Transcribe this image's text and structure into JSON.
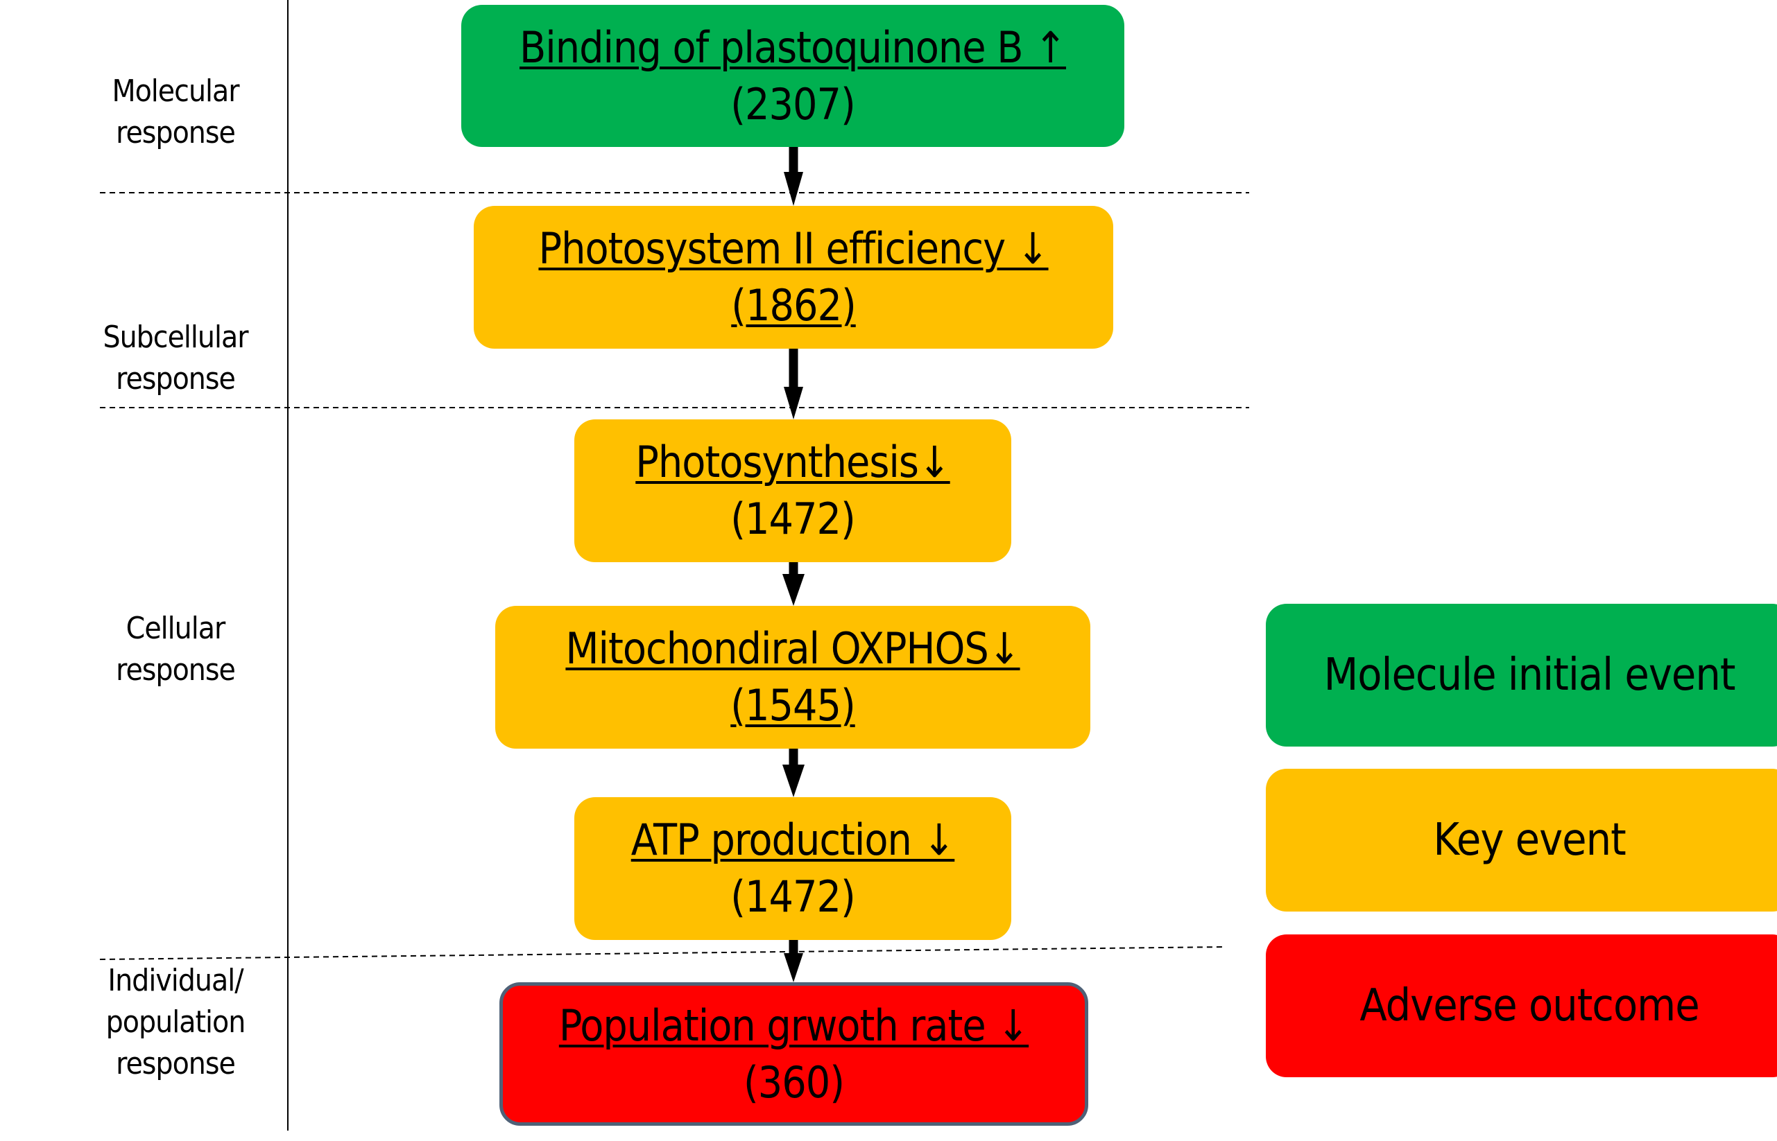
{
  "levels": [
    {
      "lines": [
        "Molecular",
        "response"
      ]
    },
    {
      "lines": [
        "Subcellular",
        "response"
      ]
    },
    {
      "lines": [
        "Cellular",
        "response"
      ]
    },
    {
      "lines": [
        "Individual/",
        "population",
        "response"
      ]
    }
  ],
  "events": [
    {
      "title": "Binding of plastoquinone B ↑",
      "id": "(2307)",
      "type": "mie"
    },
    {
      "title": "Photosystem II efficiency ↓",
      "id": "(1862)",
      "type": "ke"
    },
    {
      "title": "Photosynthesis↓",
      "id": "(1472)",
      "type": "ke"
    },
    {
      "title": "Mitochondiral OXPHOS↓",
      "id": "(1545)",
      "type": "ke"
    },
    {
      "title": "ATP production ↓",
      "id": "(1472)",
      "type": "ke"
    },
    {
      "title": "Population grwoth rate ↓",
      "id": "(360)",
      "type": "ao"
    }
  ],
  "legend": [
    {
      "label": "Molecule initial event",
      "color": "#00b050"
    },
    {
      "label": "Key event",
      "color": "#ffc000"
    },
    {
      "label": "Adverse outcome",
      "color": "#ff0000"
    }
  ],
  "colors": {
    "mie": "#00b050",
    "ke": "#ffc000",
    "ao": "#ff0000",
    "ao_border": "#4f6177"
  }
}
